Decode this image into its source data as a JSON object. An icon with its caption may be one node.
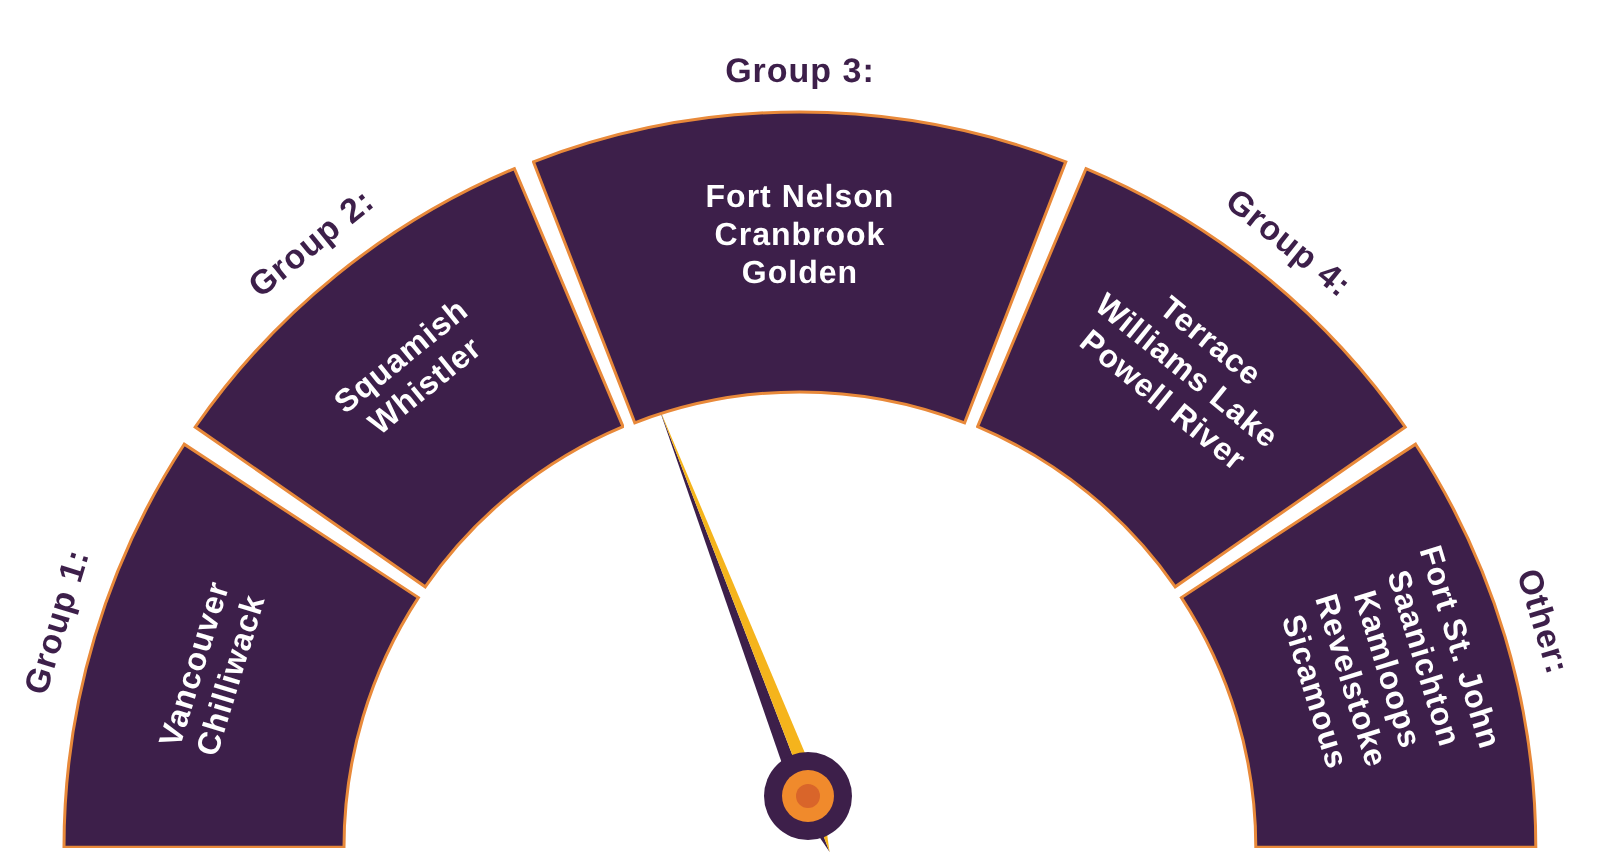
{
  "diagram": {
    "nodes": [
      {
        "text": [
          "Group 1:",
          "Vancouver Chilliwack"
        ]
      },
      {
        "text": [
          "Group 2:",
          "Squamish Whistler"
        ]
      },
      {
        "text": [
          "Group 3:",
          "Fort Nelson Cranbrook Golden"
        ]
      },
      {
        "text": [
          "Group 4:",
          "Terrace Williams Lake Powell River"
        ]
      },
      {
        "text": [
          "Other:",
          "Fort St. John Saanichton Kamloops Revelstoke Sicamous"
        ]
      }
    ]
  }
}
